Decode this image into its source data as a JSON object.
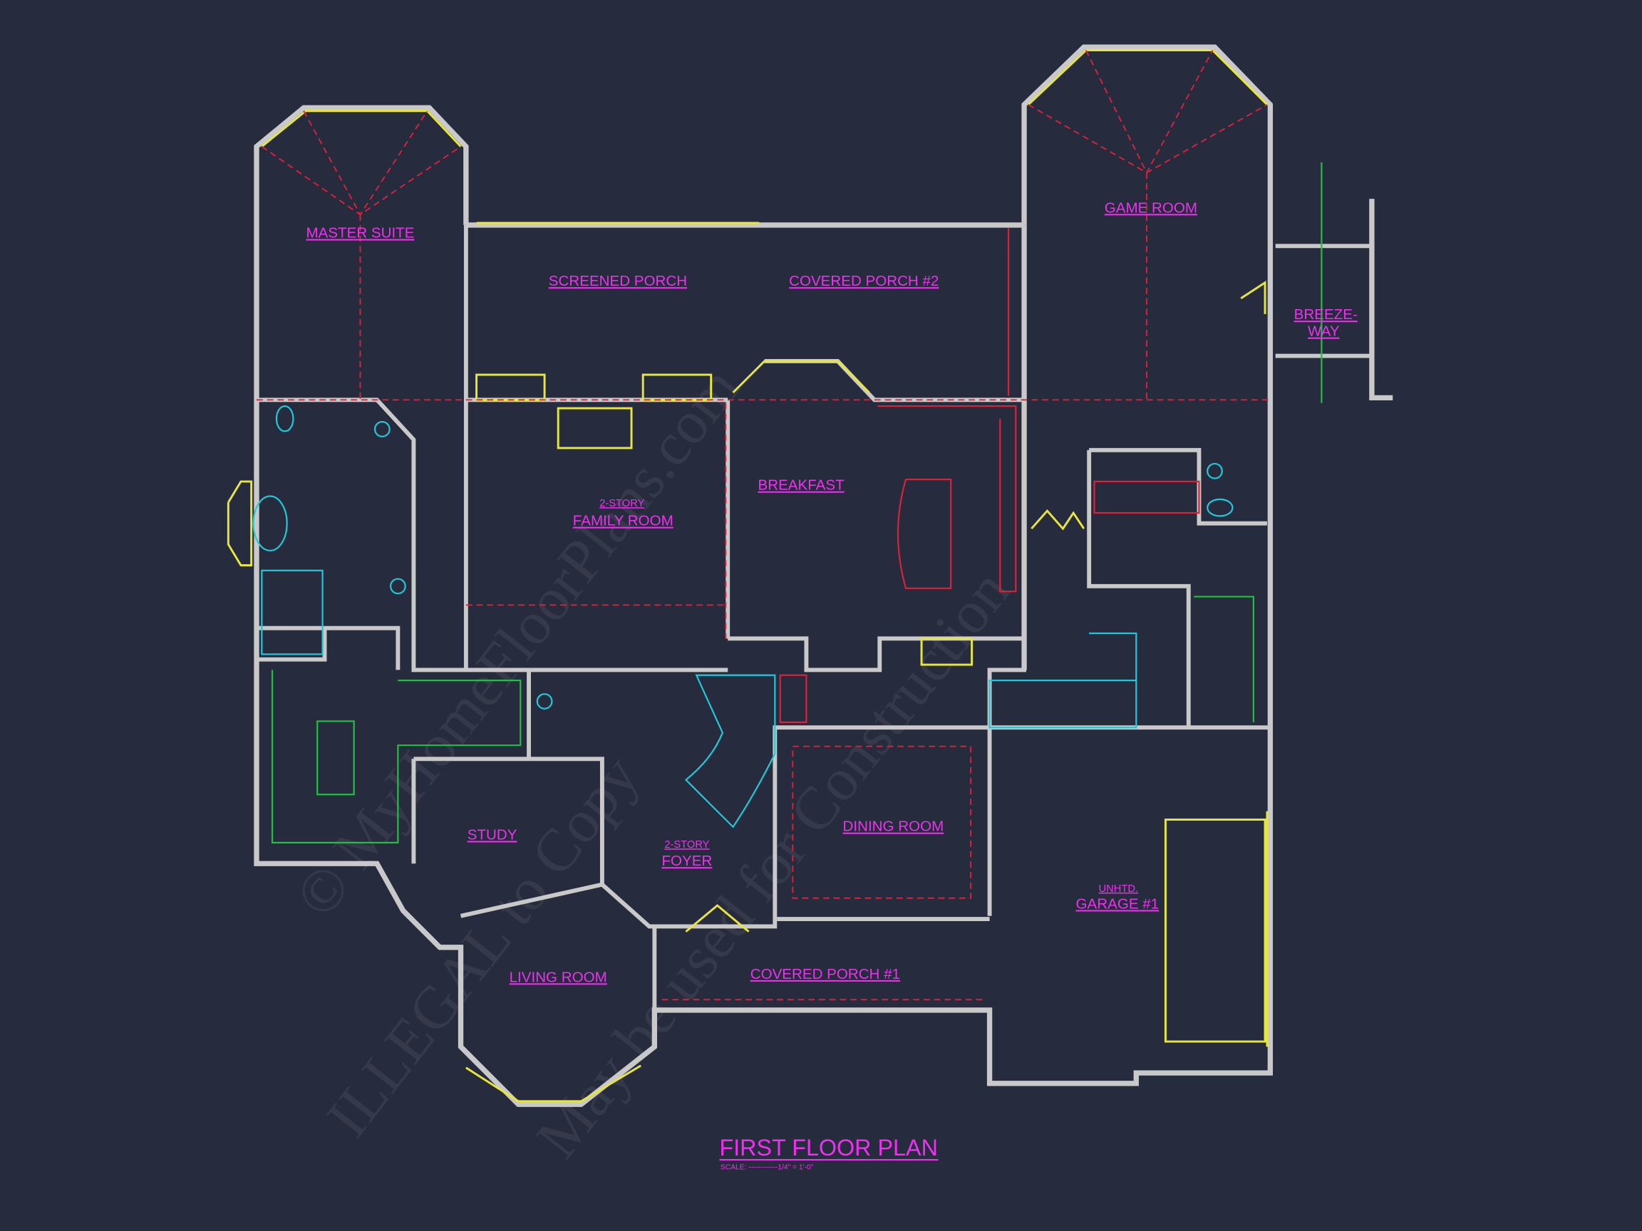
{
  "plan": {
    "title": "FIRST FLOOR PLAN",
    "scale": "SCALE: ------------1/4\" = 1'-0\""
  },
  "rooms": {
    "master_suite": "MASTER SUITE",
    "screened_porch": "SCREENED PORCH",
    "covered_porch_2": "COVERED PORCH #2",
    "game_room": "GAME ROOM",
    "breezeway_1": "BREEZE-",
    "breezeway_2": "WAY",
    "family_room_note": "2-STORY",
    "family_room": "FAMILY ROOM",
    "breakfast": "BREAKFAST",
    "study": "STUDY",
    "foyer_note": "2-STORY",
    "foyer": "FOYER",
    "dining_room": "DINING ROOM",
    "garage_note": "UNHTD.",
    "garage": "GARAGE #1",
    "living_room": "LIVING ROOM",
    "covered_porch_1": "COVERED PORCH #1"
  },
  "watermark": [
    "© MyHomeFloorPlans.com",
    "ILLEGAL to ...",
    "May be used for Construction"
  ],
  "colors": {
    "background": "#262b3d",
    "label": "#f030f0",
    "wall": "#c9c9c9",
    "window": "#e6e63c"
  }
}
